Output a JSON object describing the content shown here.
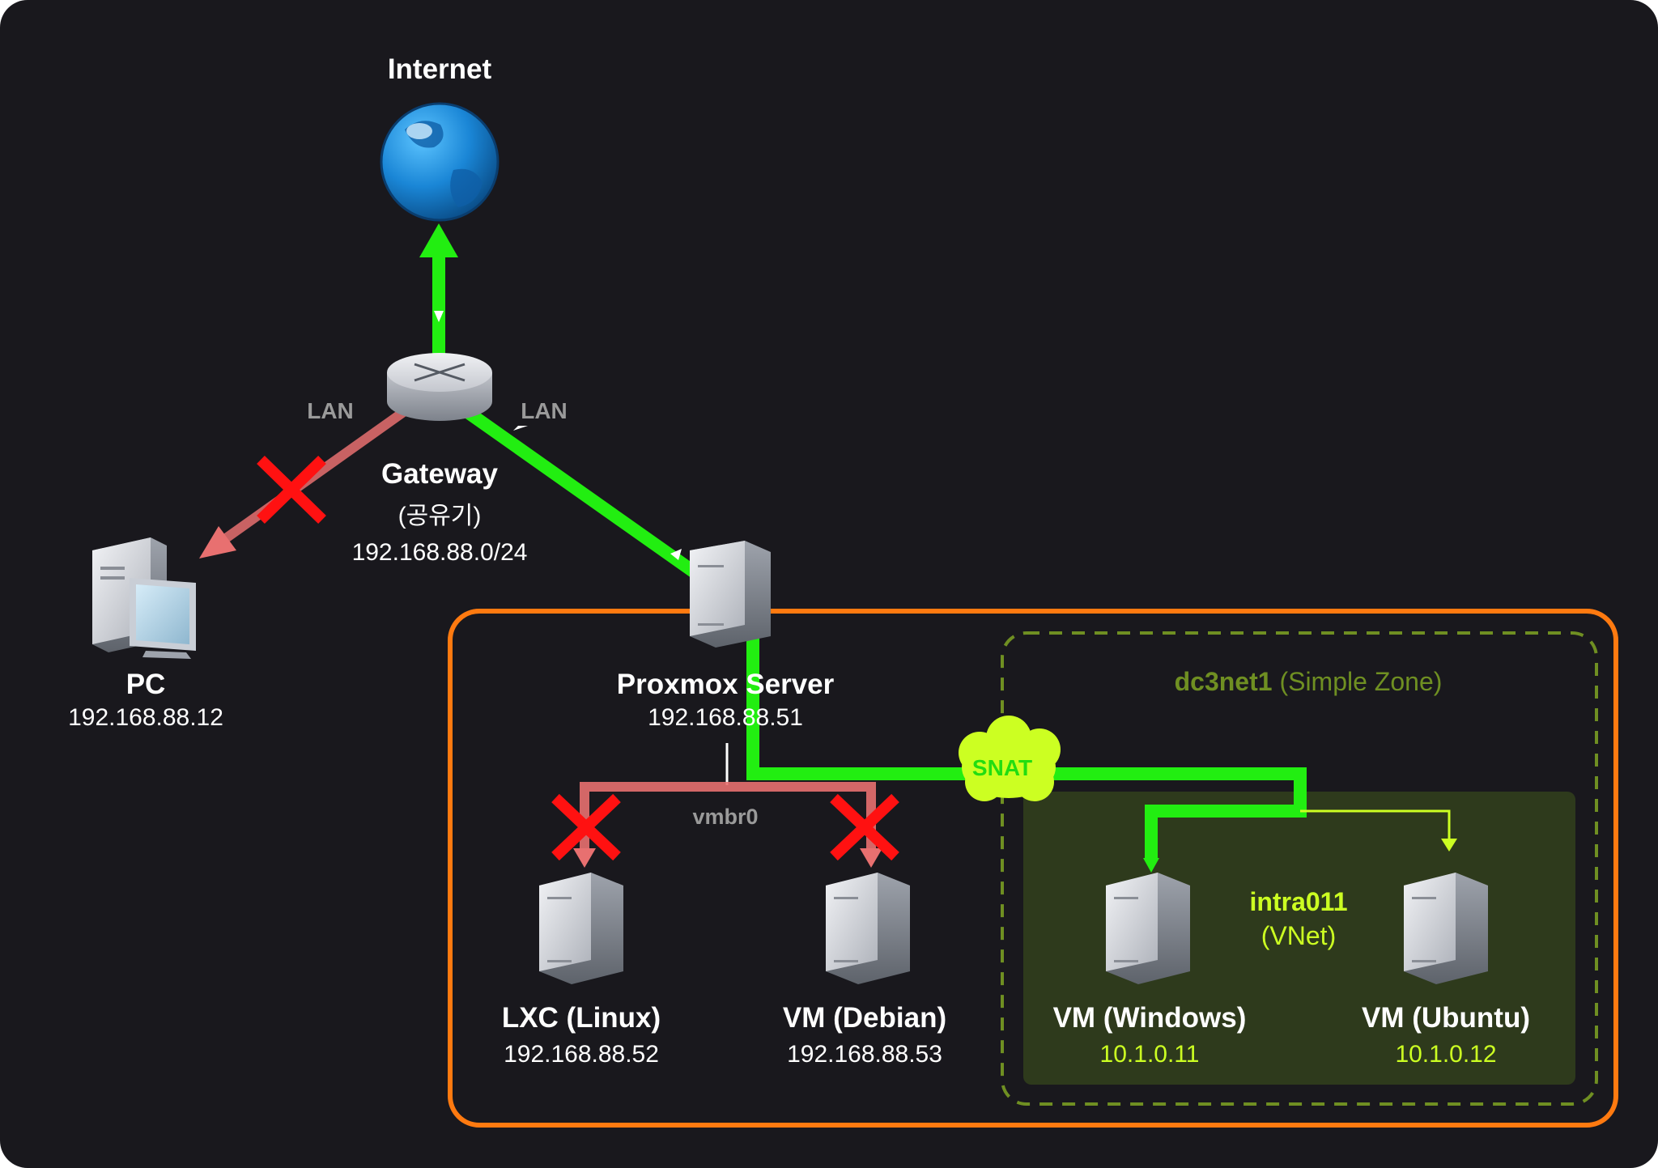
{
  "internet": {
    "label": "Internet"
  },
  "gateway": {
    "name": "Gateway",
    "subtitle": "(공유기)",
    "subnet": "192.168.88.0/24",
    "lan_left": "LAN",
    "lan_right": "LAN"
  },
  "pc": {
    "name": "PC",
    "ip": "192.168.88.12"
  },
  "proxmox": {
    "name": "Proxmox Server",
    "ip": "192.168.88.51",
    "bridge": "vmbr0"
  },
  "lxc": {
    "name": "LXC (Linux)",
    "ip": "192.168.88.52"
  },
  "vm_debian": {
    "name": "VM (Debian)",
    "ip": "192.168.88.53"
  },
  "zone": {
    "name": "dc3net1",
    "type": "(Simple Zone)"
  },
  "snat": {
    "label": "SNAT"
  },
  "vnet": {
    "name": "intra011",
    "type": "(VNet)"
  },
  "vm_windows": {
    "name": "VM (Windows)",
    "ip": "10.1.0.11"
  },
  "vm_ubuntu": {
    "name": "VM (Ubuntu)",
    "ip": "10.1.0.12"
  },
  "colors": {
    "background": "#19181d",
    "allowed_path": "#22ee11",
    "blocked_path": "#e87070",
    "block_mark": "#ff1111",
    "proxmox_border": "#ff7a10",
    "zone_border": "#6f8f22",
    "vnet_fill": "#2e3a1c",
    "vnet_text": "#ccff22"
  },
  "icons": {
    "internet": "globe-icon",
    "gateway": "router-icon",
    "pc": "desktop-computer-icon",
    "server": "server-icon",
    "blocked": "red-x-icon"
  }
}
